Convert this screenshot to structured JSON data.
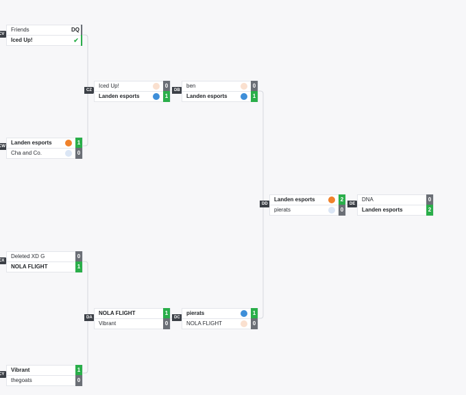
{
  "colors": {
    "win": "#2aae4a",
    "lose": "#6b6f76",
    "orange": "#f0822b",
    "blue": "#3e8fd9",
    "peach": "#fae0cf",
    "paleblue": "#dbe6f5",
    "background": "#f7f7f9"
  },
  "matches": [
    {
      "id": "CV",
      "teams": [
        {
          "name": "Friends",
          "score": "DQ",
          "winner": false,
          "dot": null,
          "kind": "dq"
        },
        {
          "name": "Iced Up!",
          "score": "✔",
          "winner": true,
          "dot": null,
          "kind": "check"
        }
      ]
    },
    {
      "id": "CW",
      "teams": [
        {
          "name": "Landen esports",
          "score": "1",
          "winner": true,
          "dot": "orange"
        },
        {
          "name": "Cha and Co.",
          "score": "0",
          "winner": false,
          "dot": "paleblue"
        }
      ]
    },
    {
      "id": "CX",
      "teams": [
        {
          "name": "Deleted XD G",
          "score": "0",
          "winner": false,
          "dot": null
        },
        {
          "name": "NOLA FLIGHT",
          "score": "1",
          "winner": true,
          "dot": null
        }
      ]
    },
    {
      "id": "CY",
      "teams": [
        {
          "name": "Vibrant",
          "score": "1",
          "winner": true,
          "dot": null
        },
        {
          "name": "thegoats",
          "score": "0",
          "winner": false,
          "dot": null
        }
      ]
    },
    {
      "id": "CZ",
      "teams": [
        {
          "name": "Iced Up!",
          "score": "0",
          "winner": false,
          "dot": "peach"
        },
        {
          "name": "Landen esports",
          "score": "1",
          "winner": true,
          "dot": "blue"
        }
      ]
    },
    {
      "id": "DA",
      "teams": [
        {
          "name": "NOLA FLIGHT",
          "score": "1",
          "winner": true,
          "dot": null
        },
        {
          "name": "Vibrant",
          "score": "0",
          "winner": false,
          "dot": null
        }
      ]
    },
    {
      "id": "DB",
      "teams": [
        {
          "name": "ben",
          "score": "0",
          "winner": false,
          "dot": "peach"
        },
        {
          "name": "Landen esports",
          "score": "1",
          "winner": true,
          "dot": "blue"
        }
      ]
    },
    {
      "id": "DC",
      "teams": [
        {
          "name": "pierats",
          "score": "1",
          "winner": true,
          "dot": "blue"
        },
        {
          "name": "NOLA FLIGHT",
          "score": "0",
          "winner": false,
          "dot": "peach"
        }
      ]
    },
    {
      "id": "DD",
      "teams": [
        {
          "name": "Landen esports",
          "score": "2",
          "winner": true,
          "dot": "orange"
        },
        {
          "name": "pierats",
          "score": "0",
          "winner": false,
          "dot": "paleblue"
        }
      ]
    },
    {
      "id": "DE",
      "teams": [
        {
          "name": "DNA",
          "score": "0",
          "winner": false,
          "dot": null
        },
        {
          "name": "Landen esports",
          "score": "2",
          "winner": true,
          "dot": null
        }
      ]
    }
  ]
}
